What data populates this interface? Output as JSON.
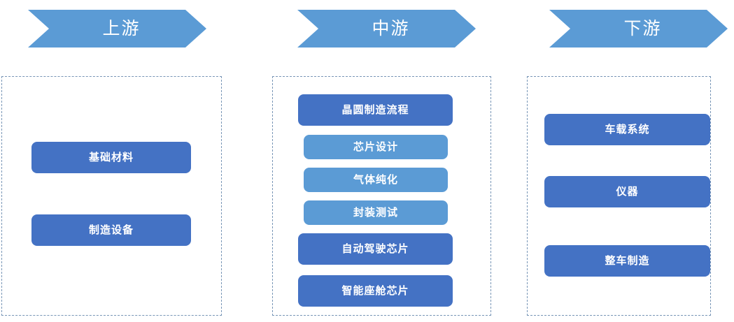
{
  "diagram": {
    "type": "value-chain",
    "background": "#ffffff",
    "palette": {
      "header_blue": "#5B9BD5",
      "node_dark_blue": "#4472C4",
      "node_light_blue": "#5B9BD5",
      "dashed_border": "#7795B6",
      "node_text": "#ffffff"
    }
  },
  "columns": [
    {
      "key": "upstream",
      "header": "上游",
      "nodes": [
        {
          "label": "基础材料",
          "tone": "dark"
        },
        {
          "label": "制造设备",
          "tone": "dark"
        }
      ]
    },
    {
      "key": "midstream",
      "header": "中游",
      "nodes": [
        {
          "label": "晶圆制造流程",
          "tone": "dark"
        },
        {
          "label": "芯片设计",
          "tone": "light"
        },
        {
          "label": "气体纯化",
          "tone": "light"
        },
        {
          "label": "封装测试",
          "tone": "light"
        },
        {
          "label": "自动驾驶芯片",
          "tone": "dark"
        },
        {
          "label": "智能座舱芯片",
          "tone": "dark"
        }
      ]
    },
    {
      "key": "downstream",
      "header": "下游",
      "nodes": [
        {
          "label": "车载系统",
          "tone": "dark"
        },
        {
          "label": "仪器",
          "tone": "dark"
        },
        {
          "label": "整车制造",
          "tone": "dark"
        }
      ]
    }
  ]
}
